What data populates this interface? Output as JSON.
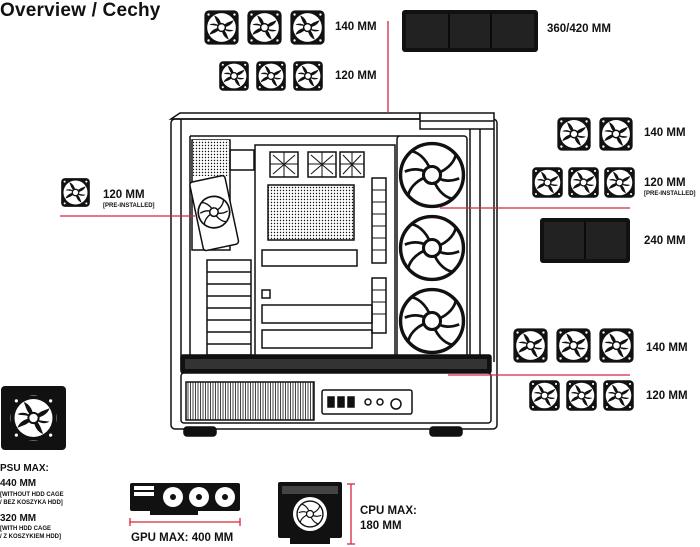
{
  "title": "Overview / Cechy",
  "colors": {
    "accent": "#d7263d",
    "ink": "#111111",
    "paper": "#ffffff"
  },
  "labels": {
    "top_fans_140": "140 MM",
    "top_fans_120": "120 MM",
    "top_radiator": "360/420 MM",
    "rear_fan_size": "120 MM",
    "rear_fan_note": "[PRE-INSTALLED]",
    "side_fans_140": "140 MM",
    "side_fans_120": "120 MM",
    "side_fans_120_note": "[PRE-INSTALLED]",
    "side_radiator": "240 MM",
    "bottom_fans_140": "140 MM",
    "bottom_fans_120": "120 MM"
  },
  "psu": {
    "heading": "PSU MAX:",
    "value_no_cage": "440 MM",
    "note_no_cage_1": "[WITHOUT HDD CAGE",
    "note_no_cage_2": "/ BEZ KOSZYKA HDD]",
    "value_with_cage": "320 MM",
    "note_with_cage_1": "[WITH HDD CAGE",
    "note_with_cage_2": "/ Z KOSZYKIEM HDD]"
  },
  "gpu": {
    "label": "GPU MAX: 400 MM"
  },
  "cpu": {
    "line1": "CPU MAX:",
    "line2": "180 MM"
  },
  "icons": [
    "fan-icon",
    "radiator-icon",
    "gpu-icon",
    "cpu-cooler-icon",
    "psu-fan-icon",
    "pc-case-icon"
  ]
}
